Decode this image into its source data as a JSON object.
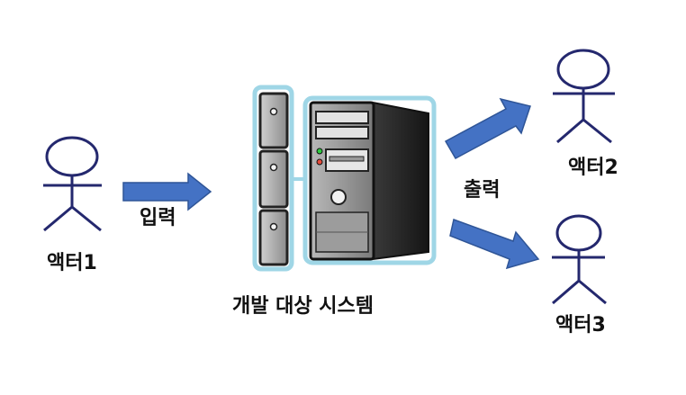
{
  "colors": {
    "actor": "#24286e",
    "arrow": "#4472c4",
    "arrow_edge": "#2f5597",
    "frame": "#9fd6e6",
    "server_body": "#2a2a2a",
    "server_face": "#8a8a8a"
  },
  "actors": {
    "actor1": "액터1",
    "actor2": "액터2",
    "actor3": "액터3"
  },
  "flows": {
    "input": "입력",
    "output": "출력"
  },
  "system": {
    "label": "개발 대상 시스템"
  }
}
